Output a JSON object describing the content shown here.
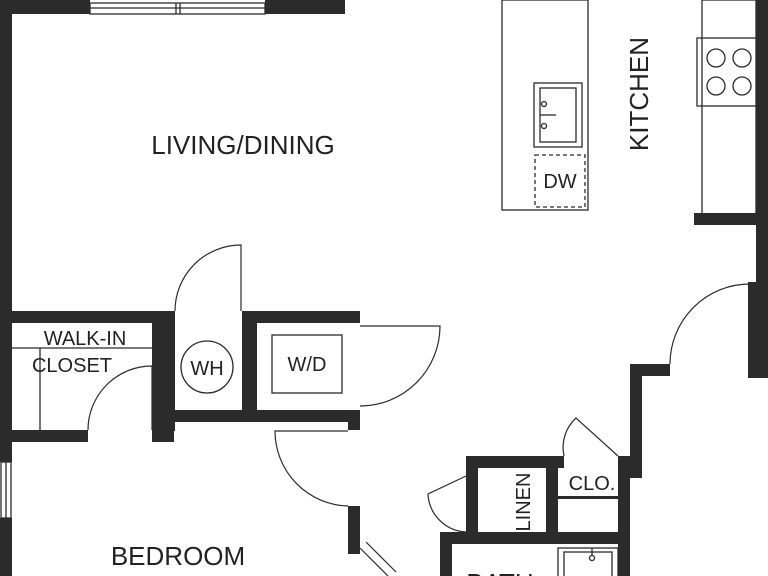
{
  "plan": {
    "rooms": {
      "living_dining": "LIVING/DINING",
      "kitchen": "KITCHEN",
      "walk_in_closet_line1": "WALK-IN",
      "walk_in_closet_line2": "CLOSET",
      "bedroom": "BEDROOM",
      "linen": "LINEN",
      "closet": "CLO.",
      "bath": "BATH"
    },
    "fixtures": {
      "dishwasher": "DW",
      "water_heater": "WH",
      "washer_dryer": "W/D"
    }
  }
}
